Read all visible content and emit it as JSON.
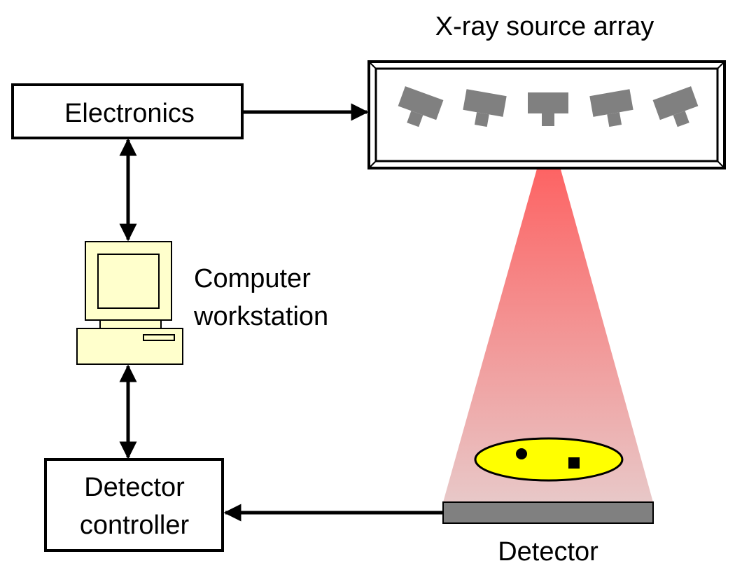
{
  "labels": {
    "source_array": "X-ray source array",
    "electronics": "Electronics",
    "computer_line1": "Computer",
    "computer_line2": "workstation",
    "controller_line1": "Detector",
    "controller_line2": "controller",
    "detector": "Detector"
  },
  "colors": {
    "line": "#000000",
    "tube": "#808080",
    "computer_body": "#ffffcc",
    "beam": "#ff5a5a",
    "beam_fade": "#e8c8c8",
    "object": "#ffff00",
    "detector_bar": "#808080"
  },
  "source_tubes": [
    {
      "name": "tube-1",
      "tilt_deg": 20
    },
    {
      "name": "tube-2",
      "tilt_deg": 10
    },
    {
      "name": "tube-3",
      "tilt_deg": 0
    },
    {
      "name": "tube-4",
      "tilt_deg": -10
    },
    {
      "name": "tube-5",
      "tilt_deg": -20
    }
  ]
}
